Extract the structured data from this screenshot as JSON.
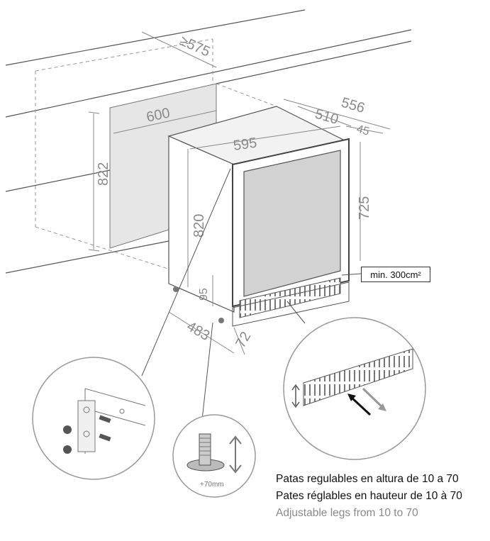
{
  "dimensions": {
    "niche_depth": "≥575",
    "niche_width": "600",
    "niche_height": "822",
    "unit_width": "595",
    "unit_height": "820",
    "unit_depth_total": "556",
    "unit_depth_body": "510",
    "door_depth": "45",
    "door_height": "725",
    "plinth_height": "95",
    "feet_depth": "483",
    "plinth_offset": "72"
  },
  "ventilation": {
    "label": "min. 300cm²"
  },
  "leg_detail": {
    "label": "+70mm"
  },
  "captions": {
    "es": "Patas regulables en altura de 10 a 70",
    "fr": "Pates réglables en hauteur de 10 à 70",
    "en": "Adjustable legs from 10 to 70"
  },
  "colors": {
    "line": "#4a4a4a",
    "dim_text": "#8a8a8a",
    "panel": "#e6e6e6",
    "glass": "#d2d2d2"
  }
}
